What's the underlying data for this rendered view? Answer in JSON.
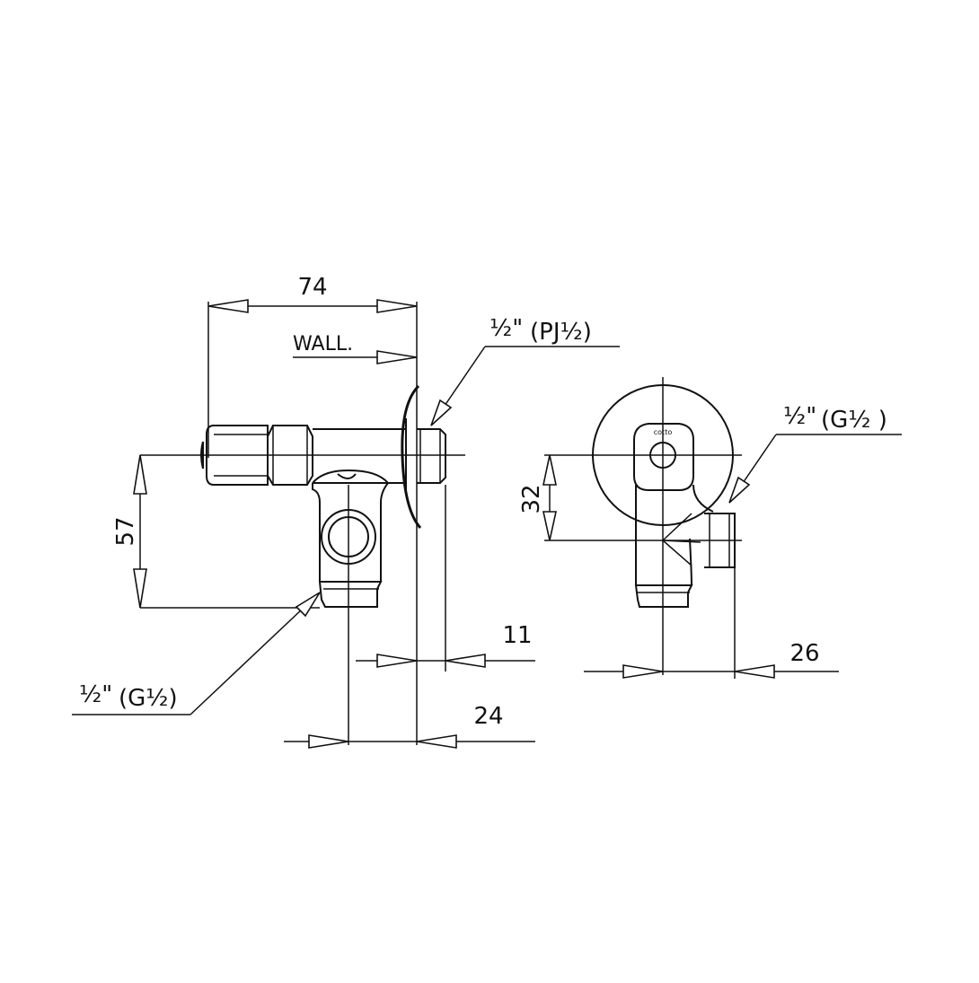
{
  "side_view": {
    "dim_width": "74",
    "wall_label": "WALL.",
    "inlet_thread": {
      "main": "½\"",
      "spec": "(PJ½)"
    },
    "dim_height": "57",
    "outlet_thread": {
      "main": "½\"",
      "spec": "(G½)"
    },
    "dim_thread_length": "11",
    "dim_wall_offset": "24"
  },
  "front_view": {
    "outlet_thread": {
      "main": "½\"",
      "spec": "(G½ )"
    },
    "dim_vertical": "32",
    "dim_horizontal": "26",
    "logo_text": "cotto"
  }
}
